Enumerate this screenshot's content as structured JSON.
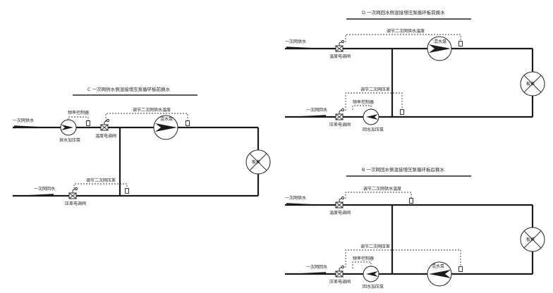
{
  "diagram_c": {
    "title": "C 一次网供水侧混接增压泵循环板前换水",
    "supply_in": "一次网供水",
    "return_out": "一次网回水",
    "supply_pump": "供水加压泵",
    "frequency_control": "频率控制器",
    "regulating_valve": "温度电调阀",
    "mixing_pump_control": "调节二次网供水温度",
    "mixing_pump": "混水泵",
    "return_pressure": "调节二次网压差",
    "return_valve": "压差电调阀",
    "heat_exchanger": "板换"
  },
  "diagram_d": {
    "title": "D 一次网回水侧混接增压泵循环板前换水",
    "supply_in": "一次网供水",
    "regulating_valve": "温度电调阀",
    "mixing_pump_control": "调节二次网供水温度",
    "mixing_pump": "混水泵",
    "return_pressure": "调节二次网压差",
    "frequency_control": "频率控制器",
    "return_out": "一次网回水",
    "return_valve": "压差电调阀",
    "return_pump": "回水加压泵",
    "heat_exchanger": "板换"
  },
  "diagram_b": {
    "title": "B 一次网回水侧混接增压泵循环板后换水",
    "supply_in": "一次网供水",
    "regulating_valve": "温度电调阀",
    "mixing_pump_control": "调节二次网供水温度",
    "return_pressure": "调节二次网压差",
    "frequency_control": "频率控制器",
    "return_out": "一次网回水",
    "return_valve": "压差电调阀",
    "return_pump": "回水加压泵",
    "mixing_pump": "混水泵",
    "heat_exchanger": "板换"
  }
}
